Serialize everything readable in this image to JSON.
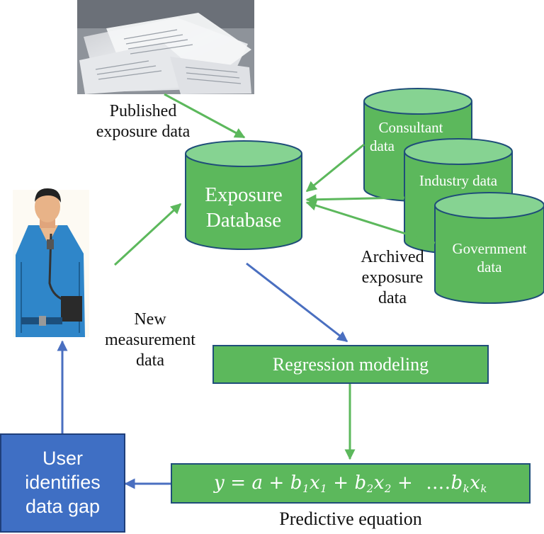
{
  "sources": {
    "published_label": [
      "Published",
      "exposure data"
    ],
    "new_measurement_label": [
      "New",
      "measurement",
      "data"
    ],
    "archived_label": [
      "Archived",
      "exposure",
      "data"
    ]
  },
  "database": {
    "label": [
      "Exposure",
      "Database"
    ]
  },
  "archives": {
    "consultant": [
      "Consultant",
      "data"
    ],
    "industry": [
      "Industry data"
    ],
    "government": [
      "Government",
      "data"
    ]
  },
  "regression": {
    "label": "Regression modeling"
  },
  "equation": {
    "parts": [
      "y",
      "=",
      "a",
      "+",
      "b",
      "1",
      "x",
      "1",
      "+",
      "b",
      "2",
      "x",
      "2",
      "+",
      "….",
      "b",
      "k",
      "x",
      "k"
    ],
    "caption": "Predictive equation"
  },
  "user_box": {
    "label": [
      "User",
      "identifies",
      "data gap"
    ]
  },
  "colors": {
    "cylinder_fill": "#5cb85c",
    "cylinder_top": "#86d392",
    "cylinder_stroke": "#1f4e79",
    "green_arrow": "#5cb85c",
    "blue_arrow": "#4a6fc0",
    "user_box_fill": "#3f6fc4"
  },
  "images": {
    "papers": "stack-of-papers-photo",
    "worker": "worker-with-sampling-pump-illustration"
  }
}
